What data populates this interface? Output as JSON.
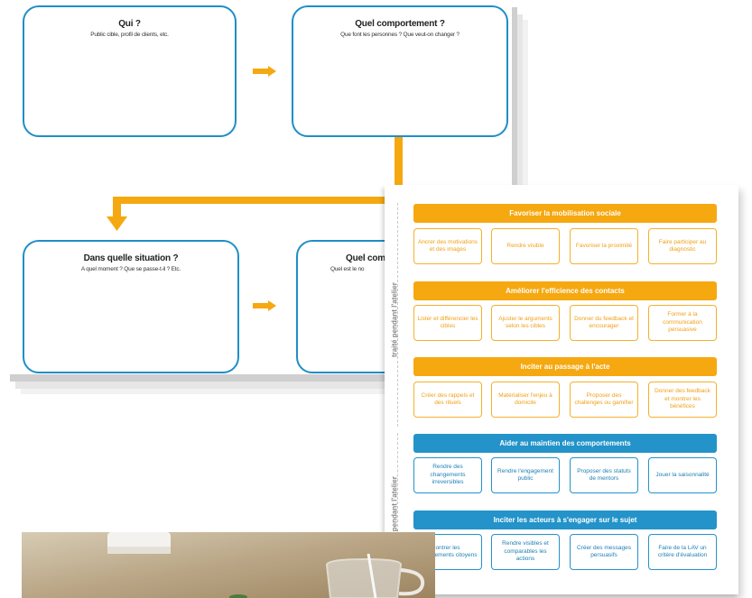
{
  "worksheet": {
    "box_qui": {
      "title": "Qui ?",
      "subtitle": "Public cible, profil de clients, etc."
    },
    "box_comportement": {
      "title": "Quel comportement ?",
      "subtitle": "Que font les personnes ? Que veut-on changer ?"
    },
    "box_situation": {
      "title": "Dans quelle situation ?",
      "subtitle": "A quel moment ? Que se passe-t-il ? Etc."
    },
    "box_partial": {
      "title": "Quel com",
      "subtitle": "Quel est le no"
    }
  },
  "poster": {
    "side_labels": [
      "traité pendant l'atelier",
      "traité pendant l'atelier"
    ],
    "sections": [
      {
        "title": "Favoriser la mobilisation sociale",
        "color": "#f5a810",
        "items": [
          "Ancrer des motivations et des images",
          "Rendre visible",
          "Favoriser la proximité",
          "Faire participer au diagnostic"
        ]
      },
      {
        "title": "Améliorer l'efficience des contacts",
        "color": "#f5a810",
        "items": [
          "Lister et différencier les cibles",
          "Ajuster le arguments selon les cibles",
          "Donner du feedback et encourager",
          "Former à la communication persuasive"
        ]
      },
      {
        "title": "Inciter au passage à l'acte",
        "color": "#f5a810",
        "items": [
          "Créer des rappels et des rituels",
          "Matérialiser l'enjeu à domicile",
          "Proposer des challenges ou gamifier",
          "Donner des feedback et montrer les bénéfices"
        ]
      },
      {
        "title": "Aider au maintien des comportements",
        "color": "#2393c9",
        "items": [
          "Rendre des changements irreversibles",
          "Rendre l'engagement public",
          "Proposer des statuts de mentors",
          "Jouer la saisonnalité"
        ]
      },
      {
        "title": "Inciter les acteurs à s'engager sur le sujet",
        "color": "#2393c9",
        "items": [
          "ontrer les engagements citoyens",
          "Rendre visibles et comparables les actions",
          "Créer des messages persuasifs",
          "Faire de la LAV un critère d'évaluation"
        ]
      }
    ]
  },
  "colors": {
    "orange": "#f5a810",
    "blue": "#2393c9"
  }
}
